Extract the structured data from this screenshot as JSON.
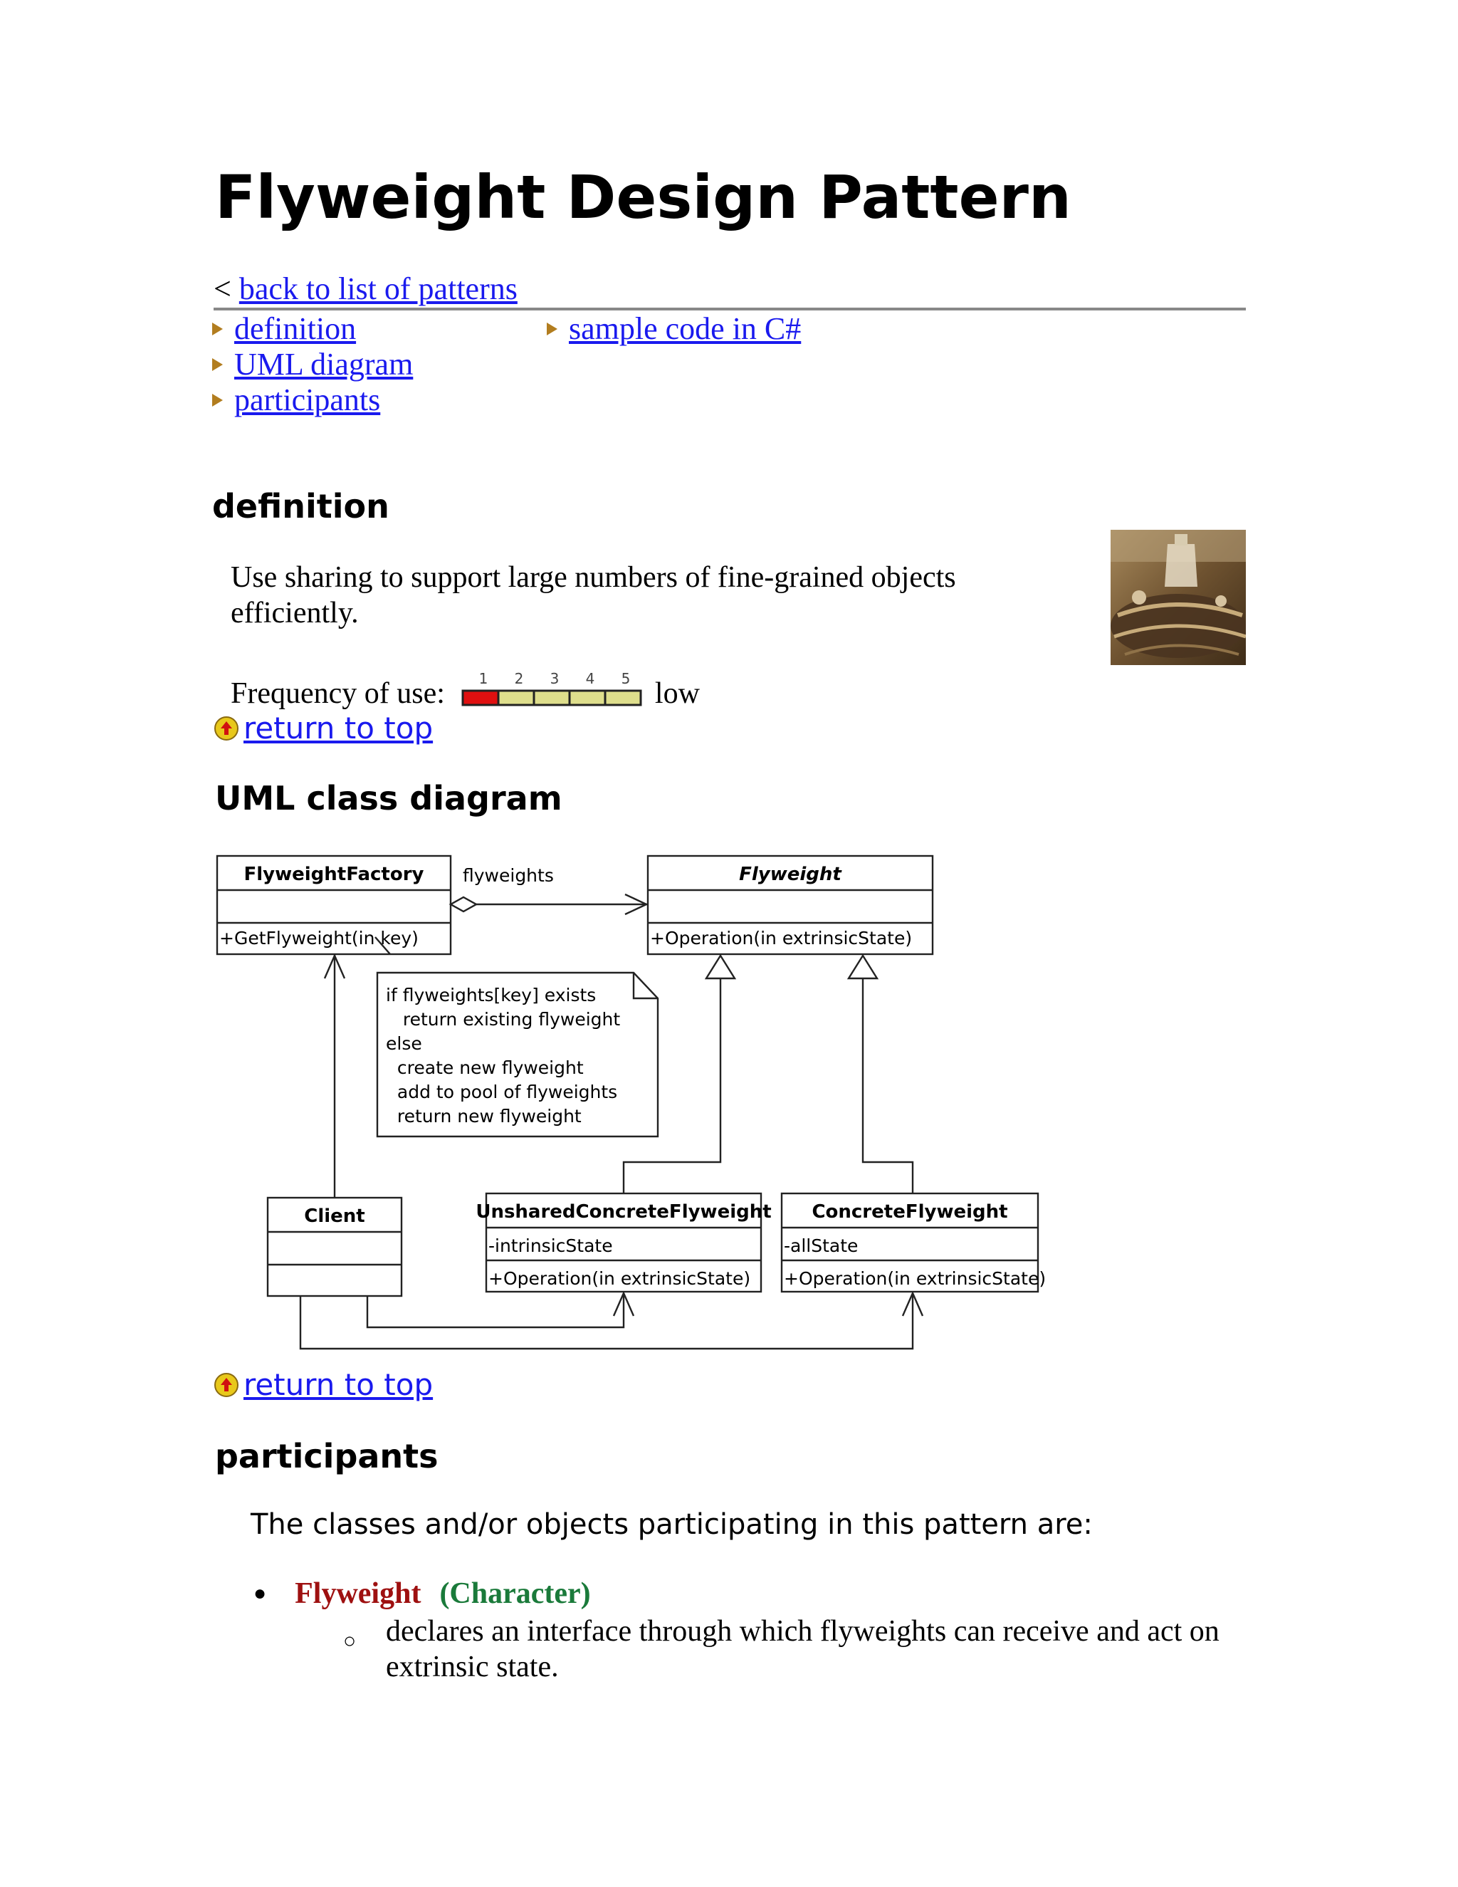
{
  "title": "Flyweight Design Pattern",
  "nav": {
    "back_prefix": "<",
    "back_link": "back to list of patterns",
    "toc": [
      "definition",
      "UML diagram",
      "participants",
      "sample code in C#"
    ]
  },
  "definition": {
    "heading": "definition",
    "text": "Use sharing to support large numbers of fine-grained objects efficiently.",
    "frequency_label": "Frequency of use:",
    "frequency_value": 1,
    "frequency_scale": [
      "1",
      "2",
      "3",
      "4",
      "5"
    ],
    "frequency_word": "low",
    "return_link": "return to top"
  },
  "uml": {
    "heading": "UML class diagram",
    "factory_name": "FlyweightFactory",
    "factory_op": "+GetFlyweight(in key)",
    "assoc_label": "flyweights",
    "flyweight_name": "Flyweight",
    "flyweight_op": "+Operation(in extrinsicState)",
    "note_lines": [
      "if flyweights[key] exists",
      "   return existing flyweight",
      "else",
      "  create new flyweight",
      "  add to pool of flyweights",
      "  return new flyweight"
    ],
    "client_name": "Client",
    "unshared_name": "UnsharedConcreteFlyweight",
    "unshared_attr": "-intrinsicState",
    "unshared_op": "+Operation(in extrinsicState)",
    "concrete_name": "ConcreteFlyweight",
    "concrete_attr": "-allState",
    "concrete_op": "+Operation(in extrinsicState)",
    "return_link": "return to top"
  },
  "participants": {
    "heading": "participants",
    "intro": "The classes and/or objects participating in this pattern are:",
    "items": [
      {
        "name": "Flyweight",
        "example": "(Character)",
        "details": [
          "declares an interface through which flyweights can receive and act on extrinsic state."
        ]
      }
    ]
  },
  "colors": {
    "link": "#1a1aee",
    "participant_name": "#9e1010",
    "participant_example": "#1a7a3a",
    "freq_active": "#e01010",
    "freq_inactive": "#dede8c"
  }
}
